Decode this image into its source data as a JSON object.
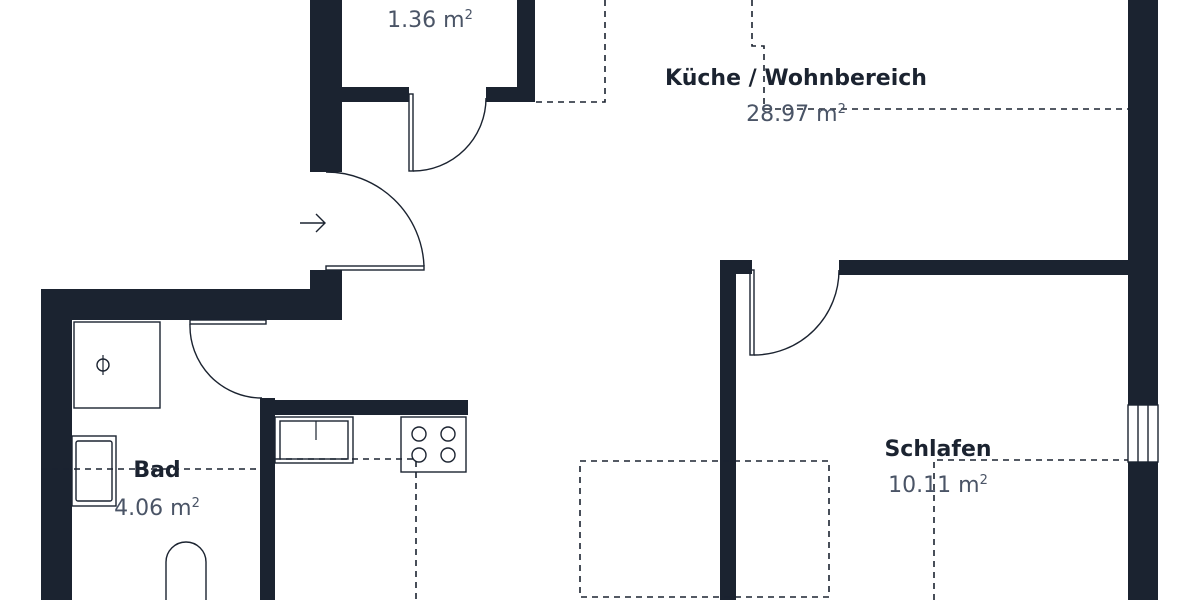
{
  "rooms": [
    {
      "id": "storage",
      "name": "",
      "area": "1.36",
      "unit": "m"
    },
    {
      "id": "kitchen",
      "name": "Küche / Wohnbereich",
      "area": "28.97",
      "unit": "m"
    },
    {
      "id": "bedroom",
      "name": "Schlafen",
      "area": "10.11",
      "unit": "m"
    },
    {
      "id": "bath",
      "name": "Bad",
      "area": "4.06",
      "unit": "m"
    }
  ],
  "unit_superscript": "2",
  "icons": [
    "entrance-arrow-icon",
    "stove-icon",
    "sink-icon",
    "toilet-icon",
    "shower-icon"
  ]
}
